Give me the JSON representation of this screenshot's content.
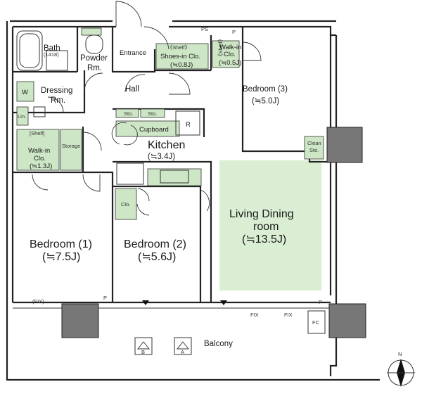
{
  "rooms": {
    "bath": "Bath",
    "bath_size": "(1418)",
    "powder_1": "Powder",
    "powder_2": "Rm.",
    "entrance": "Entrance",
    "shelf_1": "《Shelf》",
    "shoes_1": "Shoes-in Clo.",
    "shoes_2": "(≒0.8J)",
    "shelf_2": "《Shelf》",
    "walkin_a_1": "Walk-in",
    "walkin_a_2": "Clo.",
    "walkin_a_3": "(≒0.5J)",
    "w": "W",
    "dressing_1": "Dressing",
    "dressing_2": "Rm.",
    "hall": "Hall",
    "sto_1": "Sto.",
    "sto_2": "Sto.",
    "bedroom3_1": "Bedroom (3)",
    "bedroom3_2": "(≒5.0J)",
    "lin": "Lin.",
    "r": "R",
    "cupboard": "Cupboard",
    "shelf_3": "[Shelf]",
    "walkin_b_1": "Walk-in",
    "walkin_b_2": "Clo.",
    "walkin_b_3": "(≒1.3J)",
    "storage": "Storage",
    "kitchen_1": "Kitchen",
    "kitchen_2": "(≒3.4J)",
    "clean_1": "Clean",
    "clean_2": "Sto.",
    "clo": "Clo.",
    "living_1": "Living Dining",
    "living_2": "room",
    "living_3": "(≒13.5J)",
    "bedroom1_1": "Bedroom (1)",
    "bedroom1_2": "(≒7.5J)",
    "bedroom2_1": "Bedroom (2)",
    "bedroom2_2": "(≒5.6J)",
    "balcony": "Balcony"
  },
  "marks": {
    "ps": "PS",
    "p": "P",
    "fix": "FIX",
    "fix_paren": "(FIX)",
    "fc": "FC",
    "a": "A",
    "b": "B",
    "north": "N"
  },
  "colors": {
    "storage_green": "#cde6c5",
    "living_green": "#d9eed2",
    "column_gray": "#777777"
  }
}
